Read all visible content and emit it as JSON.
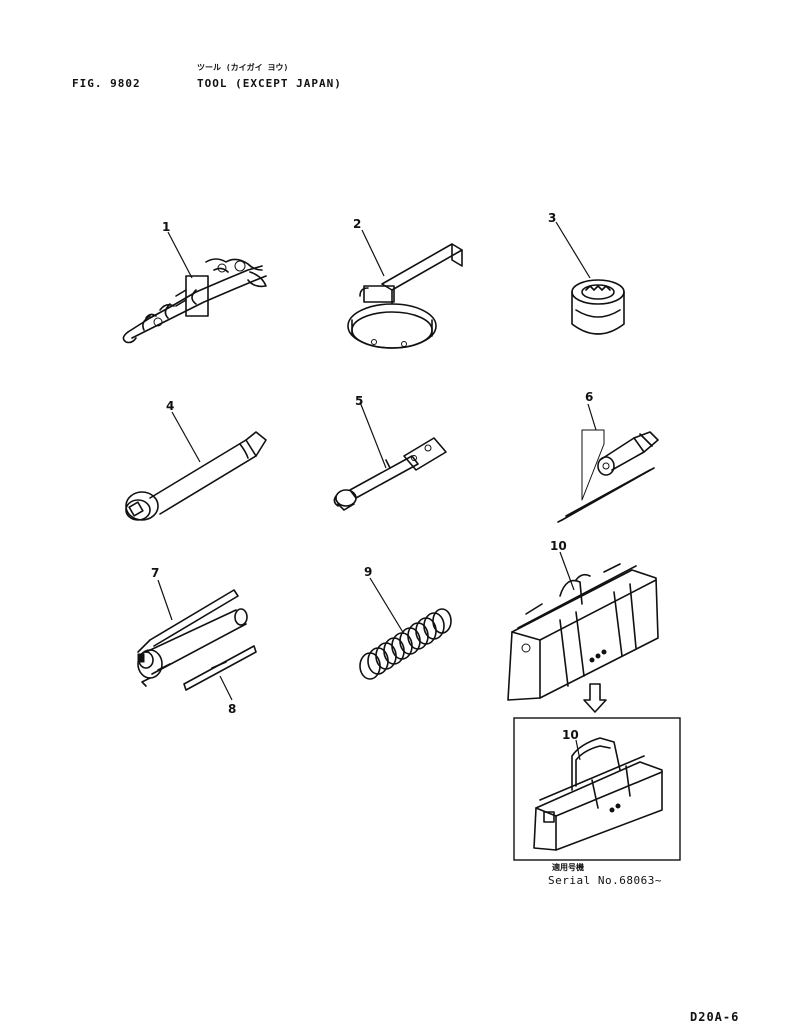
{
  "header": {
    "fig_label": "FIG. 9802",
    "subtitle_jp": "ツール (カイガイ ヨウ)",
    "title": "TOOL (EXCEPT JAPAN)"
  },
  "callouts": [
    "1",
    "2",
    "3",
    "4",
    "5",
    "6",
    "7",
    "8",
    "9",
    "10",
    "10"
  ],
  "inset": {
    "caption_jp": "適用号機",
    "caption_serial": "Serial No.68063~"
  },
  "footer": {
    "page_code": "D20A-6"
  },
  "colors": {
    "ink": "#111111",
    "paper": "#ffffff"
  }
}
